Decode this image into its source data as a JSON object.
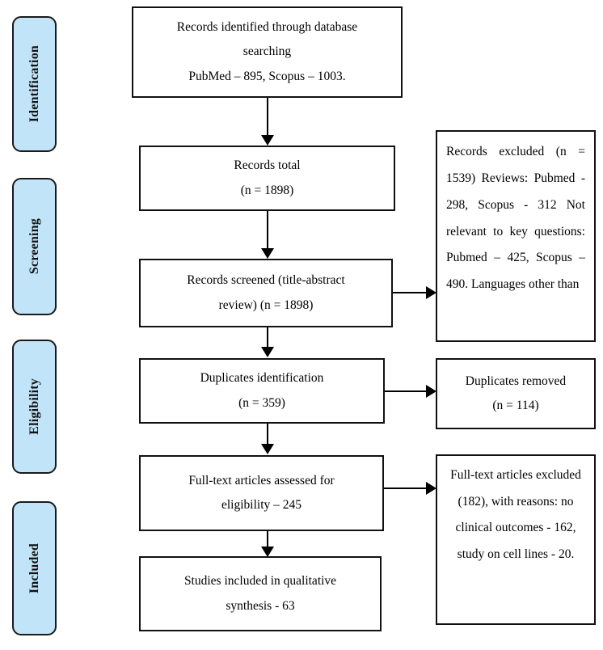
{
  "diagram": {
    "type": "prisma-flow-diagram",
    "colors": {
      "stage_fill": "#c2e4f8",
      "stage_border": "#1a1a1a",
      "box_border": "#111111",
      "box_fill": "#ffffff",
      "connector": "#000000",
      "text": "#000000"
    }
  },
  "stages": [
    {
      "id": "identification",
      "label": "Identification"
    },
    {
      "id": "screening",
      "label": "Screening"
    },
    {
      "id": "eligibility",
      "label": "Eligibility"
    },
    {
      "id": "included",
      "label": "Included"
    }
  ],
  "flow": {
    "records_identified": {
      "line1": "Records identified through database",
      "line2": "searching",
      "line3": "PubMed – 895, Scopus – 1003."
    },
    "records_total": {
      "line1": "Records total",
      "line2": "(n = 1898)"
    },
    "records_screened": {
      "line1": "Records screened (title-abstract",
      "line2": "review) (n = 1898)"
    },
    "duplicates_identification": {
      "line1": "Duplicates identification",
      "line2": "(n = 359)"
    },
    "fulltext_assessed": {
      "line1": "Full-text articles assessed for",
      "line2": "eligibility – 245"
    },
    "studies_included": {
      "line1": "Studies included in qualitative",
      "line2": "synthesis - 63"
    }
  },
  "exclusions": {
    "records_excluded": {
      "text": "Records excluded (n = 1539) Reviews:  Pubmed - 298, Scopus - 312 Not relevant to key questions: Pubmed – 425, Scopus – 490. Languages other than"
    },
    "duplicates_removed": {
      "line1": "Duplicates removed",
      "line2": "(n = 114)"
    },
    "fulltext_excluded": {
      "text": "Full-text articles excluded (182), with reasons: no clinical outcomes - 162, study on cell lines - 20."
    }
  },
  "icons": {
    "arrow_down": "arrow-down-icon",
    "arrow_right": "arrow-right-icon"
  }
}
